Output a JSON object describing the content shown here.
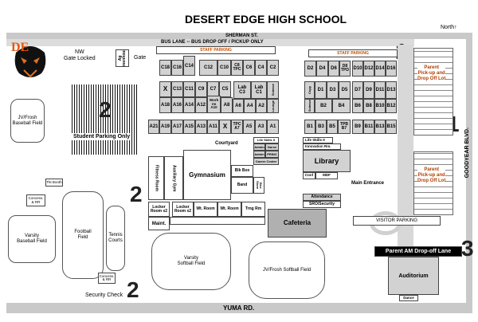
{
  "title": "DESERT EDGE HIGH SCHOOL",
  "north": "North↑",
  "logo": "DE",
  "roads": {
    "top": "SHERMAN ST.",
    "bottom": "YUMA RD.",
    "right": "GOODYEAR BLVD."
  },
  "bus_lane": "BUS LANE -- BUS DROP OFF / PICKUP  ONLY",
  "staff_parking": "STAFF PARKING",
  "nw_gate": "NW\nGate Locked",
  "gate": "Gate",
  "greenhouse": "Ag\nGreenhouse",
  "student_parking": "Student Parking Only",
  "courtyard": "Courtyard",
  "parent_lot_1": "Parent\nPick-up and\nDrop Off Lot",
  "parent_lot_2": "Parent\nPick-up and\nDrop Off Lot",
  "visitor_parking": "VISITOR PARKING",
  "am_dropoff": "Parent AM Drop-off Lane",
  "main_entrance": "Main Entrance",
  "security_check": "Security Check",
  "zone_numbers": {
    "n1a": "1",
    "n1b": "1",
    "n2a": "2",
    "n2b": "2",
    "n2c": "2",
    "n3": "3"
  },
  "fields": {
    "jv_baseball": "JV/Frosh\nBaseball Field",
    "varsity_baseball": "Varsity\nBaseball Field",
    "football": "Football\nField",
    "tennis": "Tennis\nCourts",
    "varsity_softball": "Varsity\nSoftball Field",
    "jv_softball": "JV/Frosh Softball Field"
  },
  "small": {
    "tkt_booth": "Tkt Booth",
    "concess_1": "Concess.\n& RR",
    "concess_2": "Concess.\n& RR"
  },
  "rooms": {
    "C18": "C18",
    "C16": "C16",
    "C14": "C14",
    "C12": "C12",
    "C10": "C10",
    "C8": "C8\nTPC",
    "C6": "C6",
    "C4": "C4",
    "C2": "C2",
    "X1": "X",
    "C13": "C13",
    "C11": "C11",
    "C9": "C9",
    "C7": "C7",
    "C5": "C5",
    "LabC3": "Lab\nC3",
    "LabC1": "Lab\nC1",
    "Science1": "Science",
    "A18": "A18",
    "A16": "A16",
    "A14": "A14",
    "A12": "A12",
    "Work": "Work\nrm\nA10",
    "A8": "A8",
    "A6": "A6",
    "A4": "A4",
    "A2": "A2",
    "Lounge": "Lounge",
    "A21": "A21",
    "A19": "A19",
    "A17": "A17",
    "A15": "A15",
    "A13": "A13",
    "A11": "A11",
    "X2": "X",
    "TPC_A7": "TPC\nA7",
    "A5": "A5",
    "A3": "A3",
    "A1": "A1",
    "D2": "D2",
    "D4": "D4",
    "D6": "D6",
    "D8": "D8\nTPD",
    "D10": "D10",
    "D12": "D12",
    "D14": "D14",
    "D16": "D16",
    "Copy": "Copy",
    "D1": "D1",
    "D3": "D3",
    "D5": "D5",
    "D7": "D7",
    "D9": "D9",
    "D11": "D11",
    "D13": "D13",
    "Science2": "Science",
    "B2": "B2",
    "B4": "B4",
    "B6": "B6",
    "B8": "B8",
    "B10": "B10",
    "B12": "B12",
    "B1": "B1",
    "B3": "B3",
    "B5": "B5",
    "TPB_B7": "TPB\nB7",
    "B9": "B9",
    "B11": "B11",
    "B13": "B13",
    "B15": "B15",
    "LifeSkills1": "Life Skills II",
    "LifeSkills2": "Life Skills II",
    "Admin1": "Admin",
    "Nurse": "Nurse",
    "Admin2": "Admin",
    "PRINC": "PRINC",
    "Career": "Career Center",
    "Innovation": "Innovation Rm.",
    "Library": "Library",
    "Conf": "Conf",
    "MDF": "MDF",
    "Attendance": "Attendance",
    "SRO": "SRO/Security",
    "Fitness": "Fitness Room",
    "AuxGym": "Auxiliary Gym",
    "Gym": "Gymnasium",
    "BlkBox": "Blk Box",
    "Band": "Band",
    "BoxStore": "Box\nStore",
    "Locker1": "Locker\nRoom x2",
    "Locker2": "Locker\nRoom x2",
    "WtRoom1": "Wt. Room",
    "WtRoom2": "Wt. Room",
    "Trng": "Trng Rm",
    "Maint": "Maint.",
    "Cafeteria": "Cafeteria",
    "Auditorium": "Auditorium",
    "Dance": "Dance"
  }
}
